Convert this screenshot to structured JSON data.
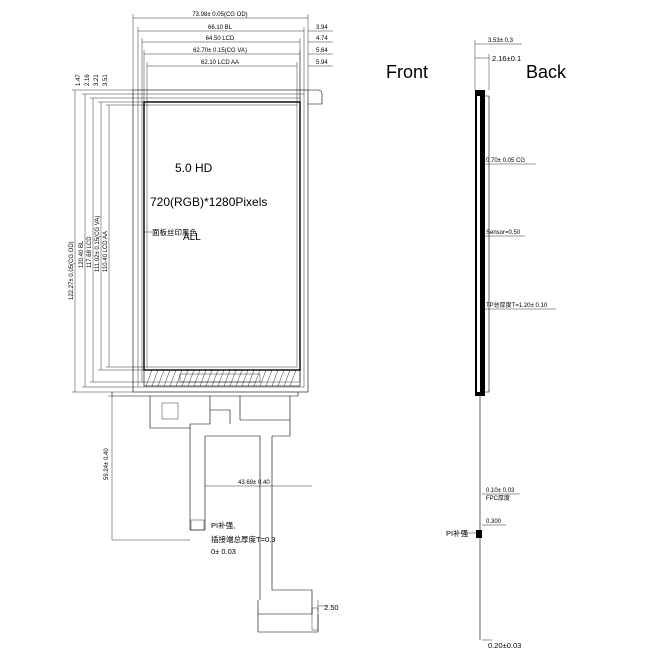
{
  "views": {
    "front_label": "Front",
    "back_label": "Back"
  },
  "front_view": {
    "top_dims": [
      "73.98± 0.05(CG OD)",
      "66.10 BL",
      "64.50 LCD",
      "62.70± 0.15(CG VA)",
      "62.10 LCD AA"
    ],
    "right_dims": [
      "3.94",
      "4.74",
      "5.64",
      "5.94"
    ],
    "left_small_dims": [
      "1.47",
      "2.16",
      "3.21",
      "3.51"
    ],
    "vertical_dims": [
      "122.27± 0.05(CG OD)",
      "120.40 BL",
      "117.68 LCD",
      "111.02± 0.15(CG VA)",
      "110.40 LCD AA"
    ],
    "size_label": "5.0  HD",
    "resolution_label": "720(RGB)*1280Pixels",
    "print_note": "面板丝印黑色",
    "print_note_all": "ALL",
    "fpc_height": "59.24± 0.40",
    "fpc_width": "43.69± 0.40",
    "pi_stiffener_lines": [
      "PI补强,",
      "插接端总厚度T=0.3",
      "0± 0.03"
    ],
    "fpc_tail_dim": "2.50"
  },
  "side_view": {
    "top_dim_1": "3.53± 0.3",
    "top_dim_2": "2.16±0.1",
    "cg_label": "0.70± 0.05  CG",
    "sensor_label": "Sensor=0.50",
    "tp_label": "TP总厚度T=1.20± 0.10",
    "fpc_thickness_value": "0.10± 0.03",
    "fpc_thickness_label": "FPC厚度",
    "pi_label": "PI补强",
    "pi_value": "0.300",
    "bottom_dim": "0.20±0.03"
  }
}
